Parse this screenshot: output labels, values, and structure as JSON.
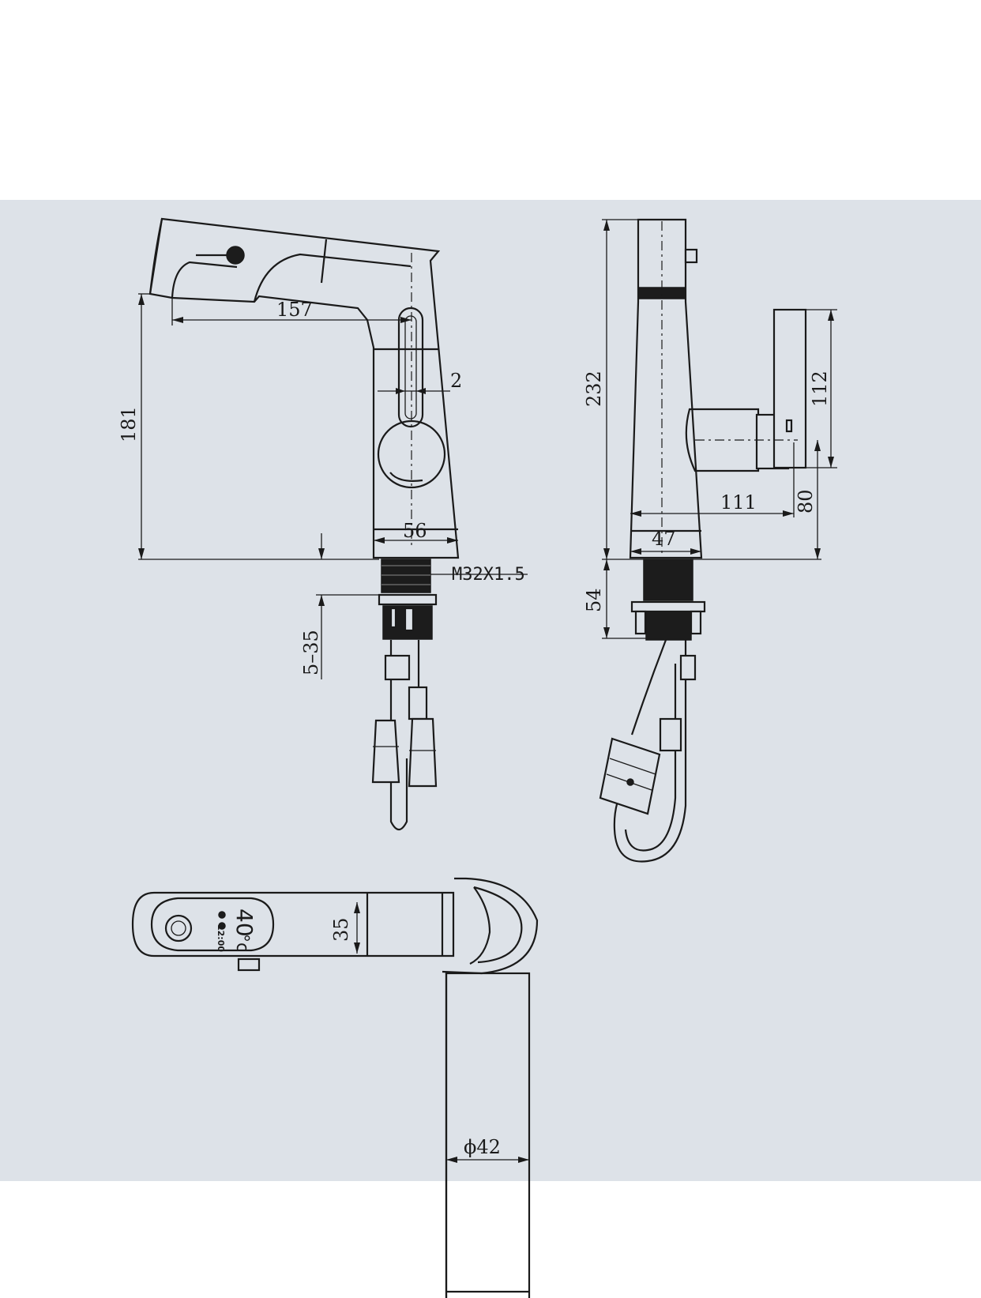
{
  "front_view": {
    "dim_spout_reach": "157",
    "dim_height": "181",
    "dim_slot_width": "2",
    "dim_base_width": "56",
    "dim_thread": "M32X1.5",
    "dim_counter_thickness": "5–35"
  },
  "side_view": {
    "dim_total_height": "232",
    "dim_handle_height": "112",
    "dim_handle_reach": "111",
    "dim_handle_axis_height": "80",
    "dim_base_depth": "47",
    "dim_shank_length": "54"
  },
  "top_view": {
    "display_temperature": "40",
    "display_unit": "°c",
    "display_time": "12:00",
    "dim_handle_width": "35",
    "dim_base_diameter": "ϕ42"
  }
}
